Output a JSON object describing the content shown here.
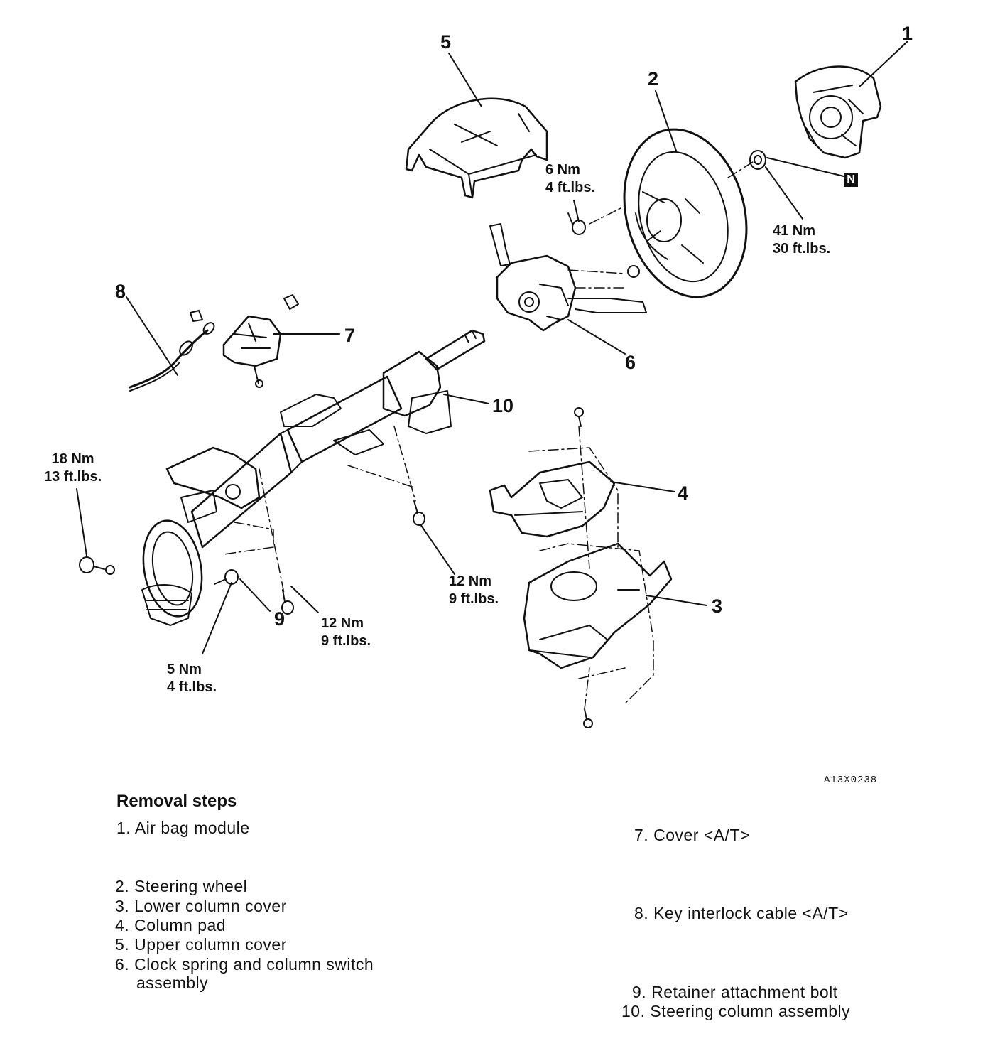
{
  "figure_id": "A13X0238",
  "callouts": {
    "c1": "1",
    "c2": "2",
    "c3": "3",
    "c4": "4",
    "c5": "5",
    "c6": "6",
    "c7": "7",
    "c8": "8",
    "c9": "9",
    "c10": "10"
  },
  "torques": {
    "t_wheel_bolt": {
      "nm": "6 Nm",
      "ftlb": "4 ft.lbs."
    },
    "t_wheel_nut": {
      "nm": "41 Nm",
      "ftlb": "30 ft.lbs."
    },
    "t_bracket": {
      "nm": "18 Nm",
      "ftlb": "13 ft.lbs."
    },
    "t_col_mid": {
      "nm": "12 Nm",
      "ftlb": "9 ft.lbs."
    },
    "t_col_right": {
      "nm": "12 Nm",
      "ftlb": "9 ft.lbs."
    },
    "t_retainer": {
      "nm": "5 Nm",
      "ftlb": "4 ft.lbs."
    }
  },
  "n_badge": "N",
  "removal": {
    "title": "Removal steps",
    "steps": [
      {
        "num": "1.",
        "text": "Air bag module"
      },
      {
        "num": "2.",
        "text": "Steering wheel"
      },
      {
        "num": "3.",
        "text": "Lower column cover"
      },
      {
        "num": "4.",
        "text": "Column pad"
      },
      {
        "num": "5.",
        "text": "Upper column cover"
      },
      {
        "num": "6.",
        "text": "Clock spring and column switch"
      },
      {
        "num": "",
        "text": "assembly"
      },
      {
        "num": "7.",
        "text": "Cover <A/T>"
      },
      {
        "num": "8.",
        "text": "Key interlock cable <A/T>"
      },
      {
        "num": "9.",
        "text": "Retainer attachment bolt"
      },
      {
        "num": "10.",
        "text": "Steering column assembly"
      }
    ]
  }
}
